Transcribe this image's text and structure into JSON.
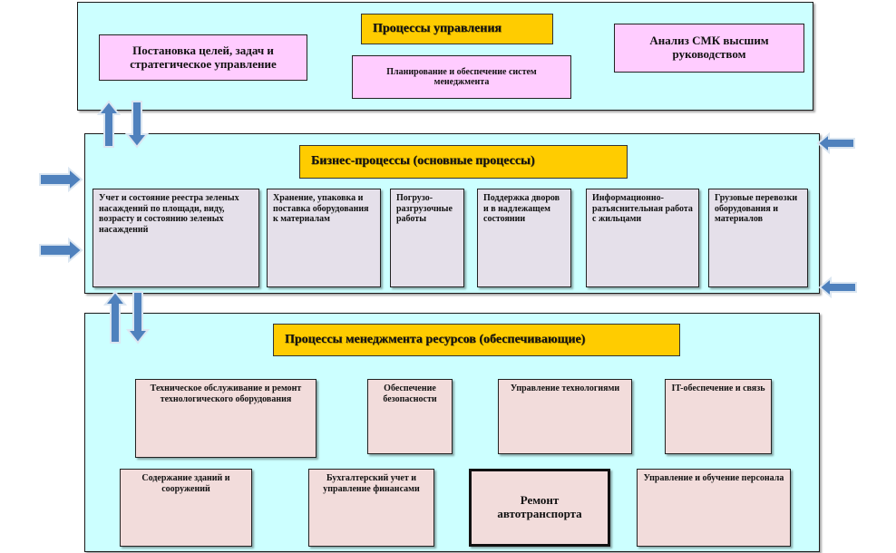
{
  "management": {
    "title": "Процессы управления",
    "goals": "Постановка целей, задач  и стратегическое  управление",
    "planning": "Планирование и обеспечение систем менеджмента",
    "analysis": "Анализ СМК высшим руководством"
  },
  "business": {
    "title": "Бизнес-процессы (основные процессы)",
    "items": [
      "Учет и состояние реестра зеленых  насаждений по площади, виду, возрасту и состоянию зеленых насаждений",
      "Хранение, упаковка и поставка оборудования к материалам",
      "Погрузо-разгрузочные работы",
      "Поддержка дворов и в надлежащем состоянии",
      "Информационно-разъяснительная работа с жильцами",
      "Грузовые перевозки оборудования и материалов"
    ]
  },
  "resources": {
    "title": "Процессы менеджмента ресурсов  (обеспечивающие)",
    "items": [
      "Техническое обслуживание и ремонт технологического оборудования",
      "Обеспечение безопасности",
      "Управление технологиями",
      "IT-обеспечение и связь",
      "Содержание зданий и сооружений",
      "Бухгалтерский  учет и управление финансами",
      "Ремонт автотранспорта",
      "Управление и обучение персонала"
    ]
  },
  "colors": {
    "panel": "#ccffff",
    "title_box": "#ffcc00",
    "management_box": "#ffccff",
    "business_box": "#e5e0ea",
    "resource_box": "#f2dcdb",
    "arrow": "#4f81bd"
  }
}
